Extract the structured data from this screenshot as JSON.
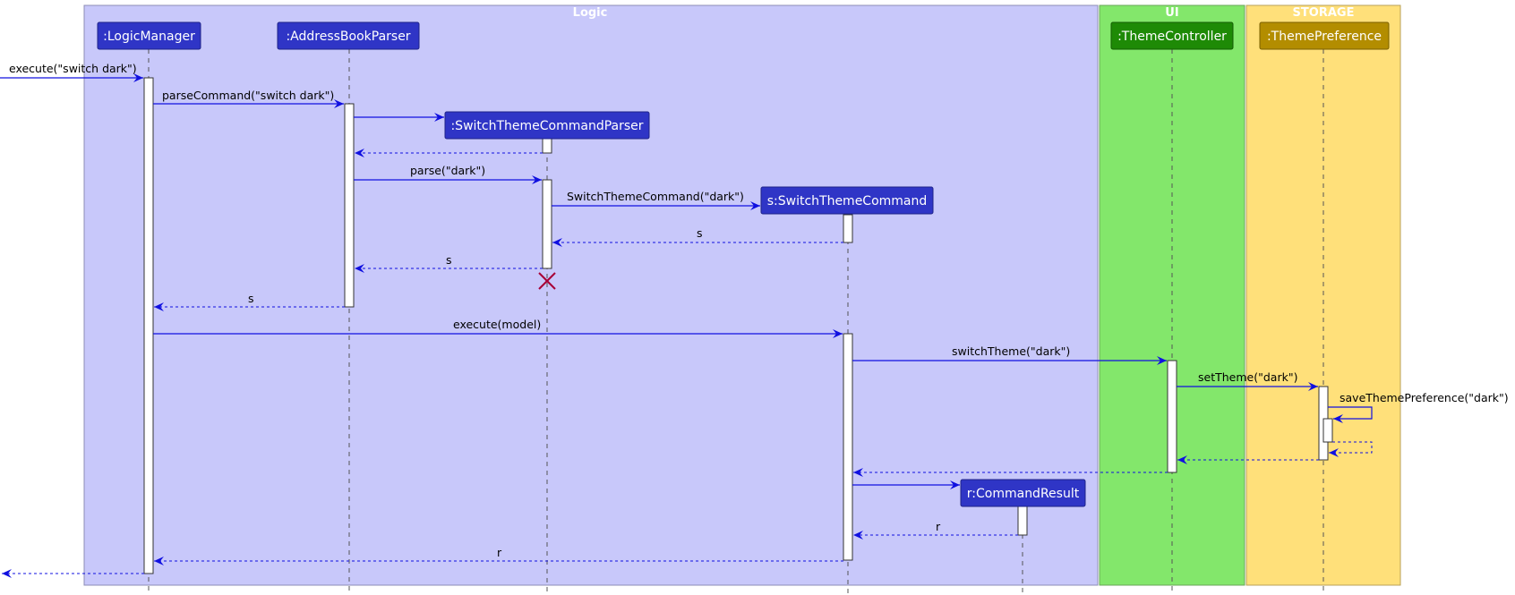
{
  "boxes": {
    "logic": {
      "title": "Logic",
      "color": "#C8C8FA"
    },
    "ui": {
      "title": "UI",
      "color": "#83E76B"
    },
    "storage": {
      "title": "STORAGE",
      "color": "#FFE07A"
    }
  },
  "participants": {
    "logic_manager": ":LogicManager",
    "parser": ":AddressBookParser",
    "switch_parser": ":SwitchThemeCommandParser",
    "switch_command": "s:SwitchThemeCommand",
    "command_result": "r:CommandResult",
    "theme_controller": ":ThemeController",
    "theme_preference": ":ThemePreference"
  },
  "participant_colors": {
    "logic": "#2F35C6",
    "ui": "#1E8A06",
    "storage": "#B38D00"
  },
  "messages": {
    "execute_switch": "execute(\"switch dark\")",
    "parse_command": "parseCommand(\"switch dark\")",
    "parse_dark": "parse(\"dark\")",
    "construct_command": "SwitchThemeCommand(\"dark\")",
    "return_s_1": "s",
    "return_s_2": "s",
    "return_s_3": "s",
    "execute_model": "execute(model)",
    "switch_theme": "switchTheme(\"dark\")",
    "set_theme": "setTheme(\"dark\")",
    "save_pref": "saveThemePreference(\"dark\")",
    "return_r_1": "r",
    "return_r_2": "r"
  },
  "colors": {
    "arrow": "#1010E0",
    "destroy": "#A80036"
  }
}
